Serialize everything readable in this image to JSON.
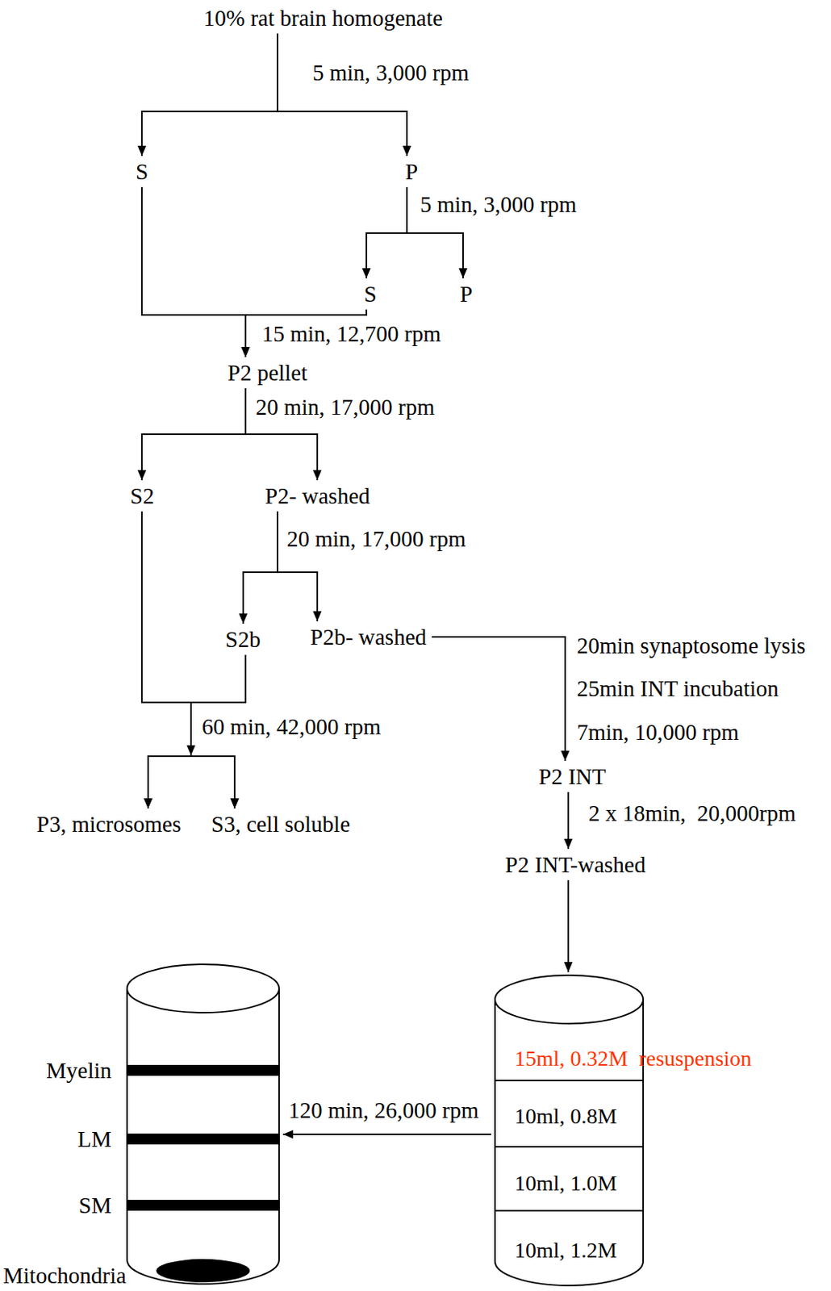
{
  "diagram": {
    "nodes": [
      {
        "text": [
          "10% rat brain homogenate"
        ]
      },
      {
        "text": [
          "S"
        ]
      },
      {
        "text": [
          "P"
        ]
      },
      {
        "text": [
          "S"
        ]
      },
      {
        "text": [
          "P"
        ]
      },
      {
        "text": [
          "P2 pellet"
        ]
      },
      {
        "text": [
          "S2"
        ]
      },
      {
        "text": [
          "P2- washed"
        ]
      },
      {
        "text": [
          "S2b"
        ]
      },
      {
        "text": [
          "P2b- washed"
        ]
      },
      {
        "text": [
          "P3, microsomes"
        ]
      },
      {
        "text": [
          "S3, cell soluble"
        ]
      },
      {
        "text": [
          "P2 INT"
        ]
      },
      {
        "text": [
          "P2 INT-washed"
        ]
      },
      {
        "text": [
          "15ml, 0.32M  resuspension",
          "10ml, 0.8M",
          "10ml, 1.0M",
          "10ml, 1.2M"
        ]
      },
      {
        "text": [
          "Myelin",
          "LM",
          "SM",
          "Mitochondria"
        ]
      }
    ],
    "edges": [
      {
        "from": 0,
        "to": 1,
        "arrow": "to",
        "label": "5 min, 3,000 rpm"
      },
      {
        "from": 0,
        "to": 2,
        "arrow": "to"
      },
      {
        "from": 2,
        "to": 3,
        "arrow": "to",
        "label": "5 min, 3,000 rpm"
      },
      {
        "from": 2,
        "to": 4,
        "arrow": "to"
      },
      {
        "from": 1,
        "to": 5,
        "arrow": "to",
        "label": "15 min, 12,700 rpm"
      },
      {
        "from": 3,
        "to": 5,
        "arrow": "to"
      },
      {
        "from": 5,
        "to": 6,
        "arrow": "to",
        "label": "20 min, 17,000 rpm"
      },
      {
        "from": 5,
        "to": 7,
        "arrow": "to"
      },
      {
        "from": 7,
        "to": 8,
        "arrow": "to",
        "label": "20 min, 17,000 rpm"
      },
      {
        "from": 7,
        "to": 9,
        "arrow": "to"
      },
      {
        "from": 6,
        "to": 10,
        "arrow": "to",
        "label": "60 min, 42,000 rpm"
      },
      {
        "from": 6,
        "to": 11,
        "arrow": "to"
      },
      {
        "from": 8,
        "to": 10,
        "arrow": "to"
      },
      {
        "from": 8,
        "to": 11,
        "arrow": "to"
      },
      {
        "from": 9,
        "to": 12,
        "arrow": "to",
        "label": "7min, 10,000 rpm"
      },
      {
        "from": 12,
        "to": 13,
        "arrow": "to",
        "label": "2 x 18min,  20,000rpm"
      },
      {
        "from": 13,
        "to": 14,
        "arrow": "to"
      },
      {
        "from": 14,
        "to": 15,
        "arrow": "to",
        "label": "120 min, 26,000 rpm"
      }
    ],
    "labels": [
      "20min synaptosome lysis",
      "25min INT incubation"
    ]
  }
}
